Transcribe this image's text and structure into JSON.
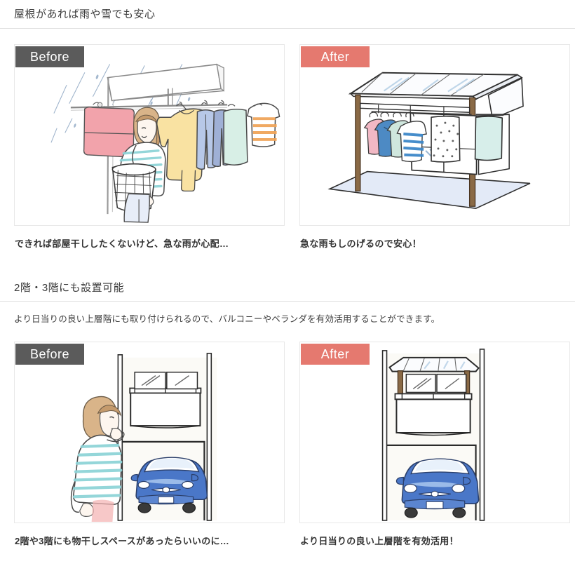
{
  "colors": {
    "badge_before_bg": "#5b5b5b",
    "badge_after_bg": "#e5796f",
    "badge_text": "#ffffff",
    "heading_text": "#3c3c3c",
    "caption_text": "#333333",
    "frame_border": "#e8e8e8",
    "page_bg": "#ffffff",
    "rain_blue": "#aec6e0",
    "post_brown": "#7b5a3c",
    "floor_blue": "#e4eaf6",
    "car_blue": "#3f6fc4",
    "towel_pink": "#f0a0a8",
    "sweater_yellow": "#f6da85",
    "jeans_blue": "#9fb4e0",
    "stripe_teal": "#8fd4d8",
    "hair_brown": "#c49a6c"
  },
  "sections": [
    {
      "heading": "屋根があれば雨や雪でも安心",
      "lead": "",
      "items": [
        {
          "badge": "Before",
          "badge_type": "before",
          "illustration": "room-drying-rain-illustration",
          "caption": "できれば部屋干ししたくないけど、急な雨が心配…"
        },
        {
          "badge": "After",
          "badge_type": "after",
          "illustration": "terrace-roof-laundry-illustration",
          "caption": "急な雨もしのげるので安心！"
        }
      ]
    },
    {
      "heading": "2階・3階にも設置可能",
      "lead": "より日当りの良い上層階にも取り付けられるので、バルコニーやベランダを有効活用することができます。",
      "items": [
        {
          "badge": "Before",
          "badge_type": "before",
          "illustration": "balcony-no-roof-illustration",
          "caption": "2階や3階にも物干しスペースがあったらいいのに…"
        },
        {
          "badge": "After",
          "badge_type": "after",
          "illustration": "balcony-with-roof-illustration",
          "caption": "より日当りの良い上層階を有効活用！"
        }
      ]
    }
  ]
}
